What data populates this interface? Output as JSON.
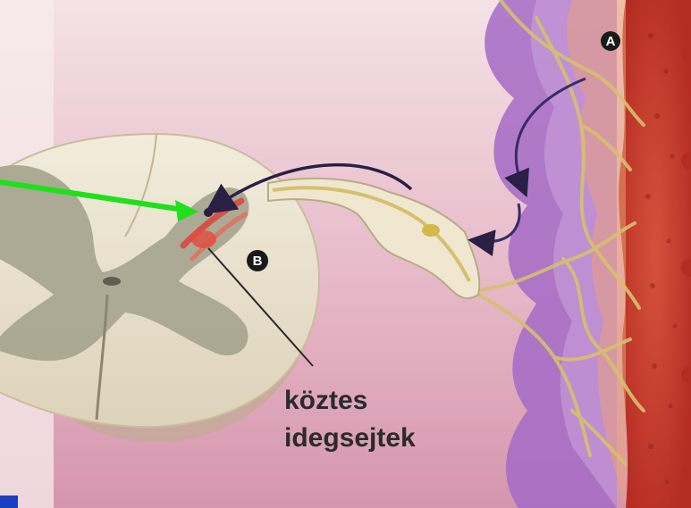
{
  "diagram": {
    "labels": {
      "interneurons_line1": "köztes",
      "interneurons_line2": "idegsejtek"
    },
    "markers": {
      "a": "A",
      "b": "B"
    },
    "colors": {
      "background_top": "#f3dde3",
      "background_bottom": "#d9a3b8",
      "spinal_white_matter": "#ece6d3",
      "spinal_grey_matter": "#a6a48f",
      "skin_red": "#c53a2a",
      "skin_purple": "#9b5fbf",
      "nerve_fiber": "#d6c06f",
      "pointer_arrow": "#1fe01a",
      "corner_box": "#1a3fbf",
      "curve_arrow": "#2a1f44"
    },
    "icons": {
      "pointer": "green-pointer-arrow",
      "curve": "curved-signal-arrow"
    }
  }
}
